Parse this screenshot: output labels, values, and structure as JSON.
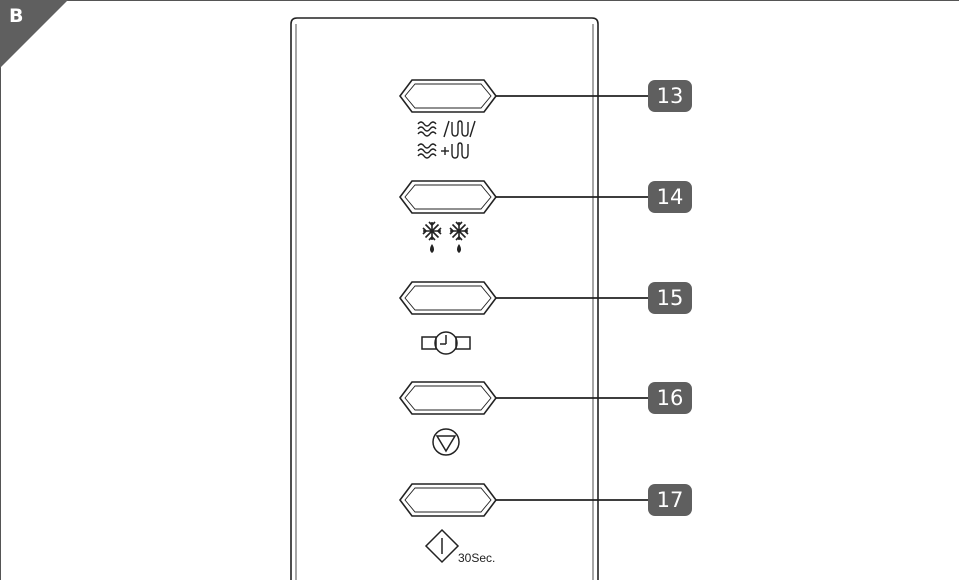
{
  "figure": {
    "section_label": "B"
  },
  "buttons": [
    {
      "callout": "13",
      "icon": "heat-mode-icon"
    },
    {
      "callout": "14",
      "icon": "defrost-icon"
    },
    {
      "callout": "15",
      "icon": "timer-icon"
    },
    {
      "callout": "16",
      "icon": "fan-speed-icon"
    },
    {
      "callout": "17",
      "icon": "start-icon",
      "sub_label": "30Sec."
    }
  ],
  "colors": {
    "line": "#222222",
    "callout_fill": "#5f5f5f",
    "corner_fill": "#5f5f5f"
  }
}
